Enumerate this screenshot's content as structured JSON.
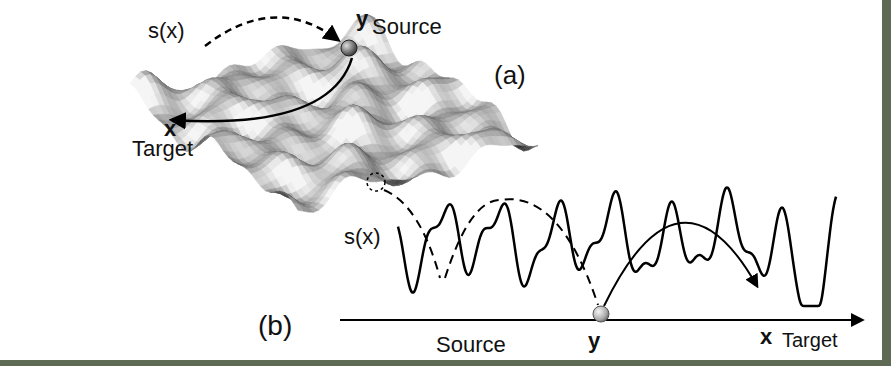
{
  "diagram": {
    "labels": [
      "s(x)",
      "y",
      "Source",
      "x",
      "Target",
      "(a)",
      "s(x)",
      "(b)",
      "Source",
      "y",
      "x",
      "Target"
    ]
  }
}
